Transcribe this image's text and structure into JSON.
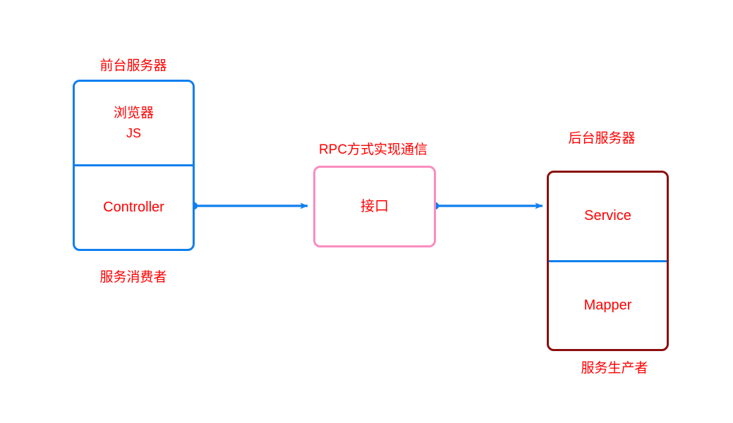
{
  "diagram": {
    "title_text": "RPC方式实现通信",
    "colors": {
      "frontend_border": "#0f7fee",
      "interface_border": "#fa8cc0",
      "backend_border": "#8b0f0f",
      "label_text": "#ff0000",
      "arrow": "#0f7fee",
      "inner_divider": "#0f7fee",
      "background": "#ffffff"
    },
    "nodes": [
      {
        "id": "frontend-server",
        "caption_above": "前台服务器",
        "caption_below": "服务消费者",
        "border_color": "#0f7fee",
        "compartments": [
          {
            "id": "browser",
            "lines": [
              "浏览器",
              "JS"
            ]
          },
          {
            "id": "controller",
            "lines": [
              "Controller"
            ]
          }
        ]
      },
      {
        "id": "rpc-interface",
        "caption_above": "RPC方式实现通信",
        "caption_below": "",
        "border_color": "#fa8cc0",
        "compartments": [
          {
            "id": "interface",
            "lines": [
              "接口"
            ]
          }
        ]
      },
      {
        "id": "backend-server",
        "caption_above": "后台服务器",
        "caption_below": "服务生产者",
        "border_color": "#8b0f0f",
        "compartments": [
          {
            "id": "service",
            "lines": [
              "Service"
            ]
          },
          {
            "id": "mapper",
            "lines": [
              "Mapper"
            ]
          }
        ]
      }
    ],
    "connectors": [
      {
        "id": "controller-to-interface",
        "from": "frontend-server.controller",
        "to": "rpc-interface.interface",
        "style": "arrow-with-source-dot",
        "label": ""
      },
      {
        "id": "interface-to-service",
        "from": "rpc-interface.interface",
        "to": "backend-server.service",
        "style": "arrow-with-source-dot",
        "label": ""
      }
    ]
  }
}
